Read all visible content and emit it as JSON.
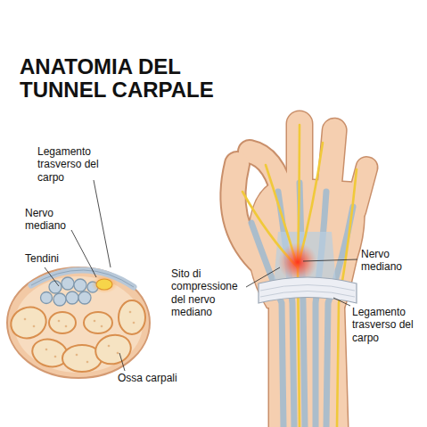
{
  "diagram": {
    "title": "ANATOMIA DEL TUNNEL CARPALE",
    "labels": [
      "Legamento trasverso del carpo",
      "Nervo mediano",
      "Tendini",
      "Ossa carpali",
      "Sito di compressione del nervo mediano",
      "Nervo mediano",
      "Legamento trasverso del carpo"
    ]
  }
}
